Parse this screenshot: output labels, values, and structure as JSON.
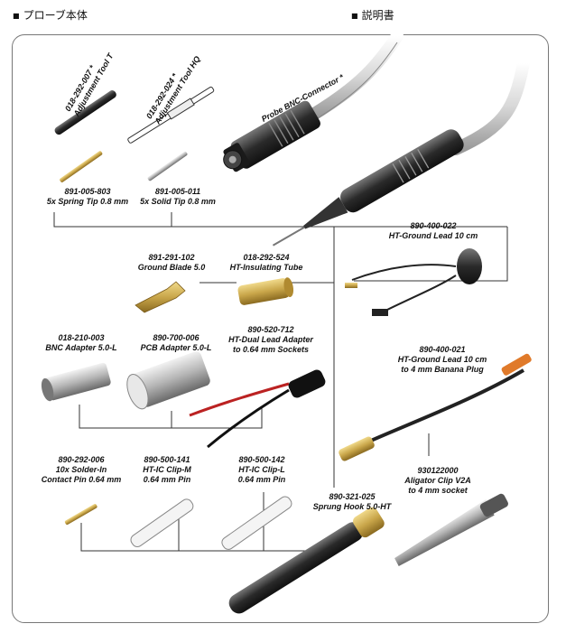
{
  "headers": {
    "left": "プローブ本体",
    "right": "説明書",
    "bullet": "■"
  },
  "parts": [
    {
      "code": "018-292-007 *",
      "name": "Adjustment Tool T"
    },
    {
      "code": "018-292-024 *",
      "name": "Adjustment Tool HQ"
    },
    {
      "code": "",
      "name": "Probe BNC-Connector *"
    },
    {
      "code": "891-005-803",
      "name": "5x Spring Tip 0.8 mm"
    },
    {
      "code": "891-005-011",
      "name": "5x Solid Tip 0.8 mm"
    },
    {
      "code": "890-400-022",
      "name": "HT-Ground Lead 10 cm"
    },
    {
      "code": "891-291-102",
      "name": "Ground Blade 5.0"
    },
    {
      "code": "018-292-524",
      "name": "HT-Insulating Tube"
    },
    {
      "code": "890-520-712",
      "name": "HT-Dual Lead Adapter",
      "name2": "to 0.64 mm Sockets"
    },
    {
      "code": "018-210-003",
      "name": "BNC Adapter 5.0-L"
    },
    {
      "code": "890-700-006",
      "name": "PCB Adapter 5.0-L"
    },
    {
      "code": "890-400-021",
      "name": "HT-Ground Lead 10 cm",
      "name2": "to 4 mm Banana Plug"
    },
    {
      "code": "890-292-006",
      "name": "10x Solder-In",
      "name2": "Contact Pin 0.64 mm"
    },
    {
      "code": "890-500-141",
      "name": "HT-IC Clip-M",
      "name2": "0.64 mm Pin"
    },
    {
      "code": "890-500-142",
      "name": "HT-IC Clip-L",
      "name2": "0.64 mm Pin"
    },
    {
      "code": "890-321-025",
      "name": "Sprung Hook 5.0-HT"
    },
    {
      "code": "930122000",
      "name": "Aligator Clip V2A",
      "name2": "to 4 mm socket"
    }
  ],
  "colors": {
    "brass": "#c9a64a",
    "dark": "#2a2a2a",
    "frame": "#777777",
    "line": "#333333"
  }
}
